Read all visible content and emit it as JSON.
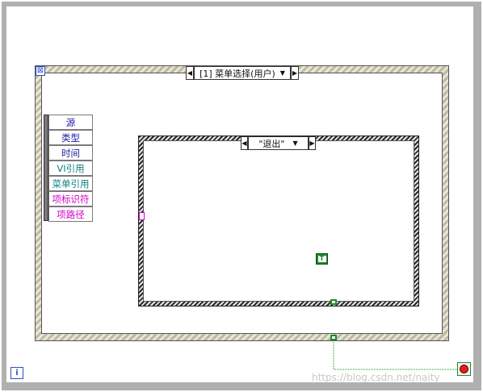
{
  "event_structure": {
    "selector_label": "[1] 菜单选择(用户)",
    "event_data_items": [
      {
        "label": "源",
        "color": "#1a1aa0"
      },
      {
        "label": "类型",
        "color": "#1a1aa0"
      },
      {
        "label": "时间",
        "color": "#1a1aa0"
      },
      {
        "label": "VI引用",
        "color": "#0f7f7f"
      },
      {
        "label": "菜单引用",
        "color": "#0f7f7f"
      },
      {
        "label": "项标识符",
        "color": "#d000c8"
      },
      {
        "label": "项路径",
        "color": "#d000c8"
      }
    ]
  },
  "case_structure": {
    "selector_label": "\"退出\""
  },
  "boolean_constant": {
    "label": "T"
  },
  "iteration_terminal": {
    "label": "i"
  },
  "watermark": "https://blog.csdn.net/naity"
}
